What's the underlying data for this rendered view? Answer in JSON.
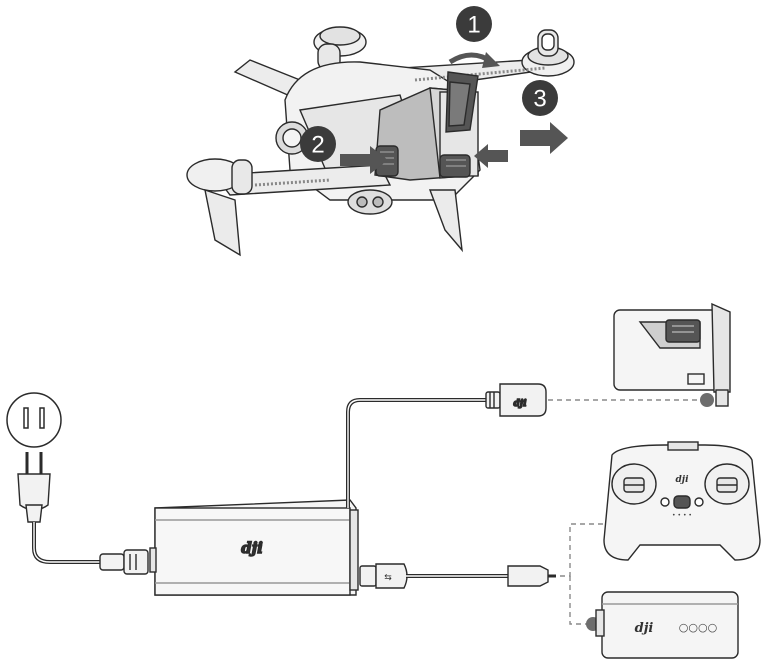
{
  "steps": {
    "one": "1",
    "two": "2",
    "three": "3"
  },
  "branding": {
    "charger_logo": "dji",
    "cable_logo": "dji",
    "remote_logo": "dji",
    "battery_logo": "dji"
  },
  "indicators": {
    "remote_dots": "• • • •",
    "battery_dots": "○○○○"
  },
  "colors": {
    "step_badge": "#3b3b3b",
    "line": "#2b2b2b",
    "fill_light": "#f2f2f2",
    "fill_mid": "#cfcfcf",
    "fill_dark": "#555555",
    "dashed": "#8a8a8a",
    "connection_dot": "#6d6d6d"
  }
}
